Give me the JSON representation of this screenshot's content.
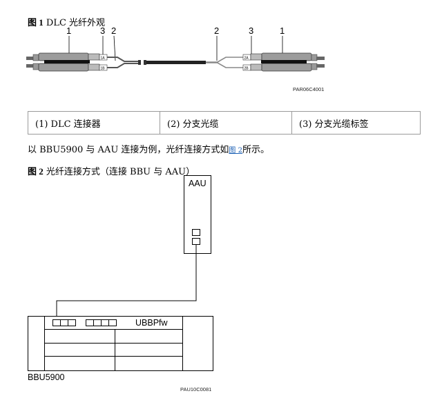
{
  "figure1": {
    "title_bold": "图 1",
    "title_text": "DLC 光纤外观",
    "callouts": [
      "1",
      "3",
      "2",
      "2",
      "3",
      "1"
    ],
    "port_labels": [
      "1A",
      "1B",
      "2A",
      "2B"
    ],
    "figure_code": "PAR06C4001"
  },
  "legend": {
    "items": [
      "(1) DLC 连接器",
      "(2) 分支光缆",
      "(3) 分支光缆标签"
    ]
  },
  "paragraph": {
    "text_before": "以 BBU5900 与 AAU 连接为例，光纤连接方式如",
    "link_text": "图 2",
    "text_after": "所示。"
  },
  "figure2": {
    "title_bold": "图 2",
    "title_text": "光纤连接方式（连接 BBU 与 AAU）",
    "aau_label": "AAU",
    "board_label": "UBBPfw",
    "bbu_label": "BBU5900",
    "figure_code": "PAU10C0081"
  }
}
